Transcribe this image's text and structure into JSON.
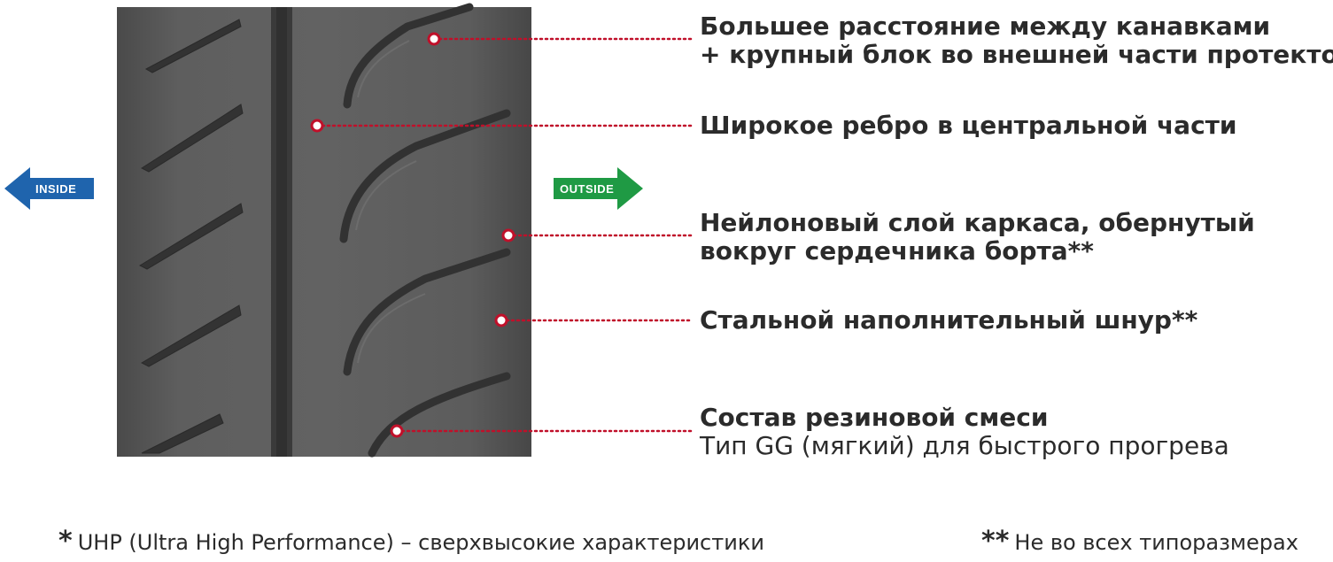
{
  "arrows": {
    "inside_label": "INSIDE",
    "outside_label": "OUTSIDE",
    "inside_color": "#1f64ad",
    "outside_color": "#1f9a44"
  },
  "callouts": [
    {
      "bold": "Большее расстояние между канавками",
      "bold2": "+ крупный блок во внешней части протектора"
    },
    {
      "bold": "Широкое ребро в центральной части"
    },
    {
      "bold": "Нейлоновый слой каркаса, обернутый",
      "bold2": "вокруг сердечника борта**"
    },
    {
      "bold": "Стальной наполнительный шнур**"
    },
    {
      "bold": "Состав резиновой смеси",
      "normal": "Тип GG (мягкий) для быстрого прогрева"
    }
  ],
  "footnotes": {
    "left_mark": "*",
    "left_text": "UHP (Ultra High Performance) – сверхвысокие характеристики",
    "right_mark": "**",
    "right_text": "Не во всех типоразмерах"
  },
  "colors": {
    "leader": "#c0102a",
    "tire_base": "#5a5a5a"
  }
}
